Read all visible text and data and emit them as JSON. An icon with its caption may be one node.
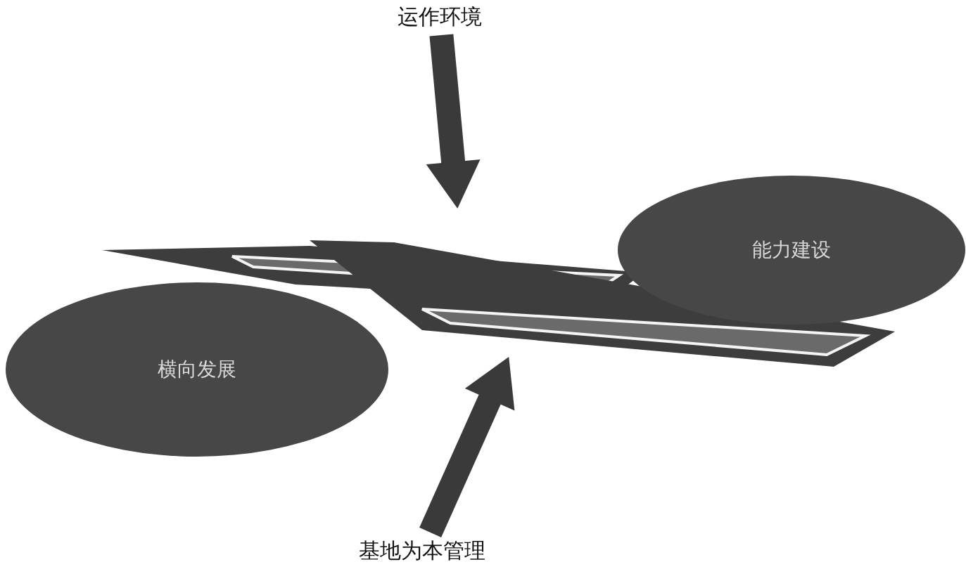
{
  "diagram": {
    "nodes": [
      {
        "text": [
          "运作环境"
        ]
      },
      {
        "text": [
          "能力建设"
        ]
      },
      {
        "text": [
          "横向发展"
        ]
      },
      {
        "text": [
          "基地为本管理"
        ]
      }
    ],
    "edges": [
      {
        "from": 0,
        "to": null,
        "arrow": "to"
      },
      {
        "from": 3,
        "to": null,
        "arrow": "to"
      }
    ]
  }
}
